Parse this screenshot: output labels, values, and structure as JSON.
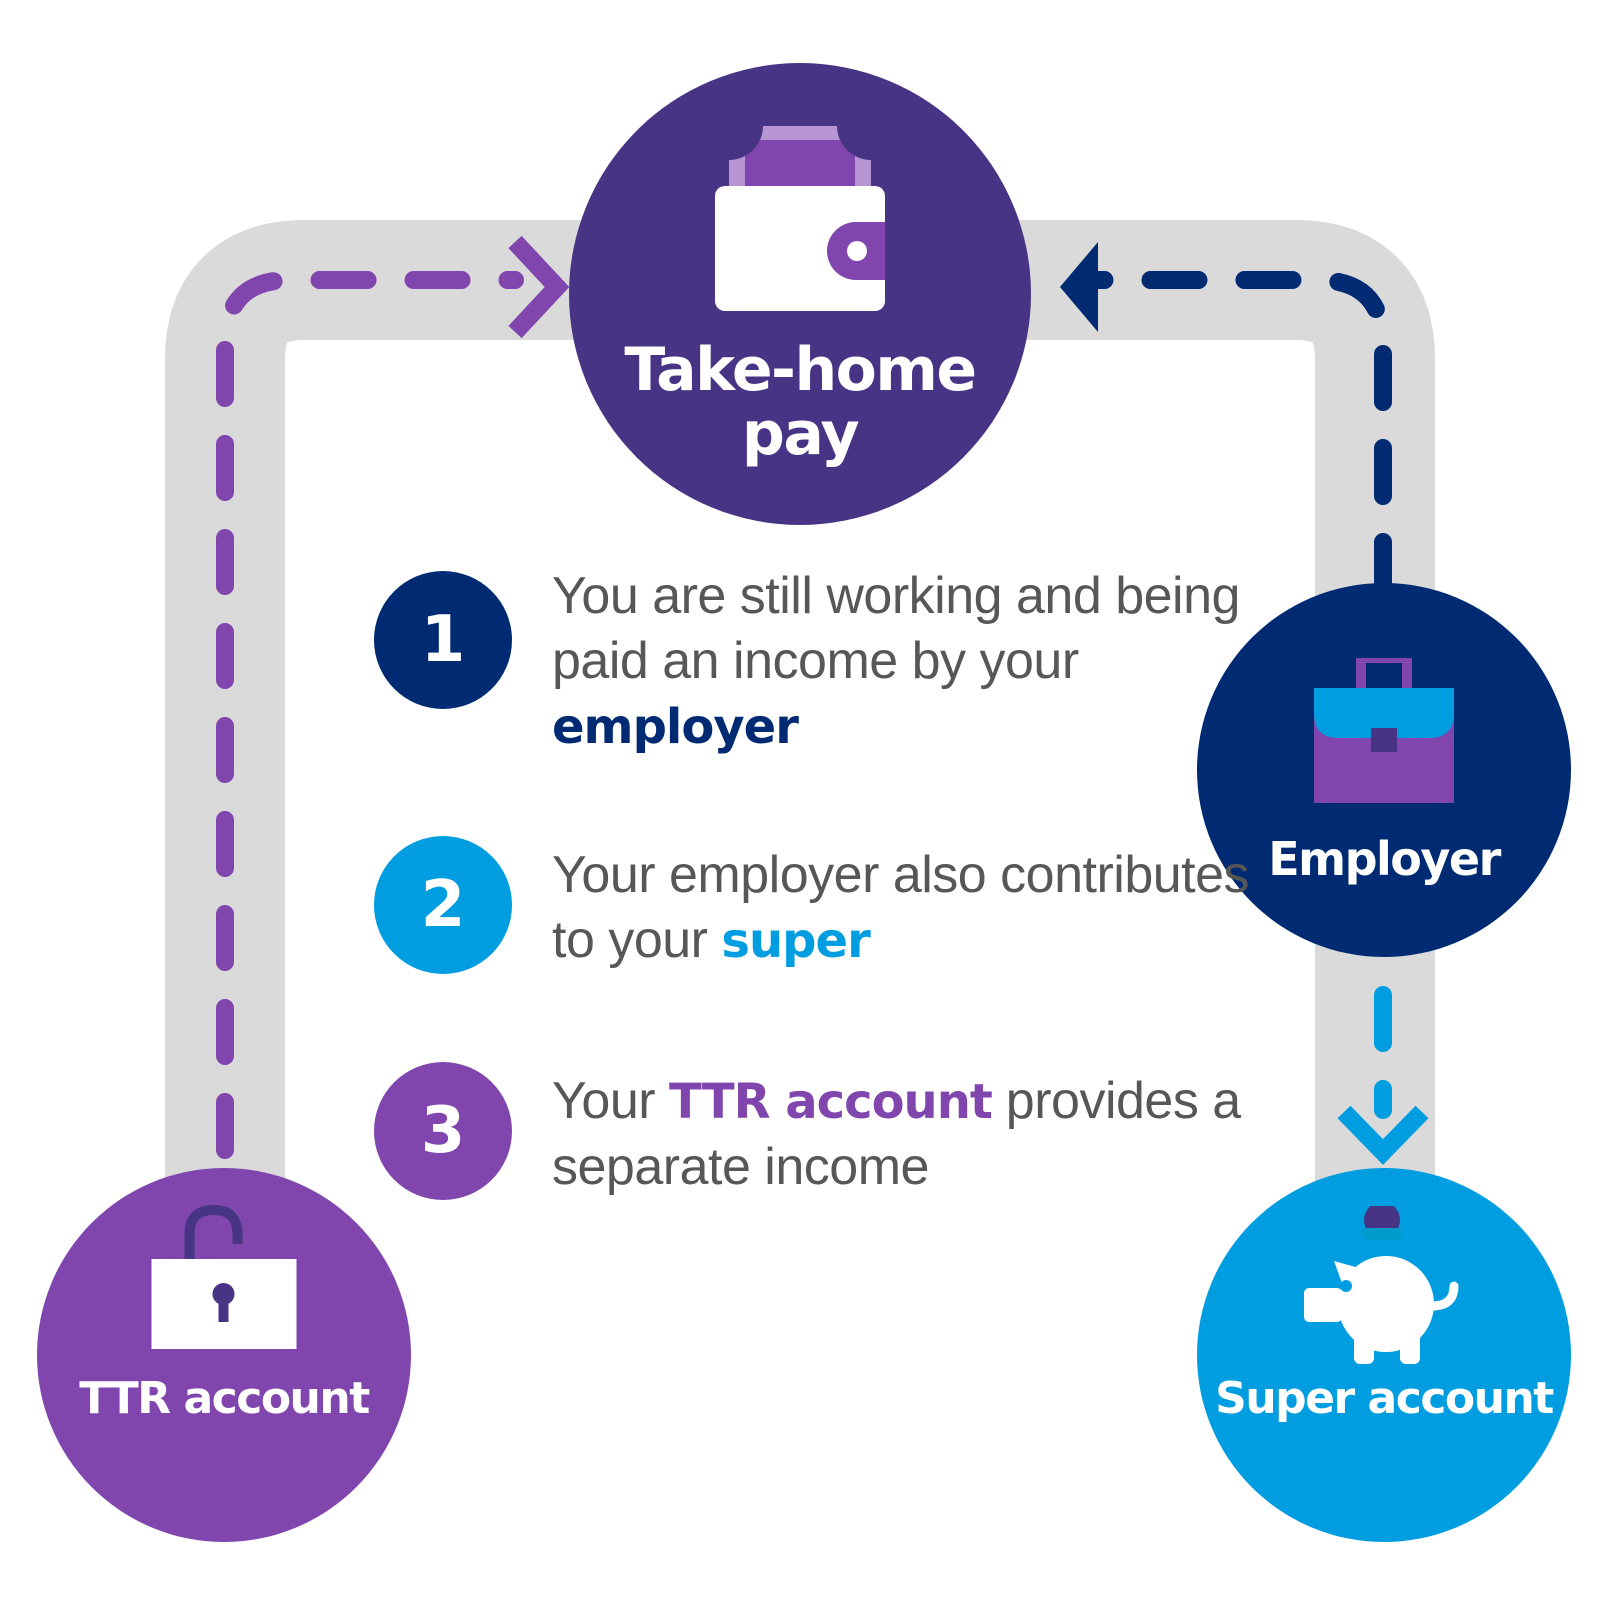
{
  "nodes": {
    "take_home": {
      "label": "Take-home pay",
      "color": "#473484",
      "icon": "wallet-icon"
    },
    "employer": {
      "label": "Employer",
      "color": "#002b73",
      "icon": "briefcase-icon"
    },
    "super": {
      "label": "Super account",
      "color": "#009ee0",
      "icon": "piggy-bank-icon"
    },
    "ttr": {
      "label": "TTR account",
      "color": "#8046ad",
      "icon": "padlock-icon"
    }
  },
  "steps": [
    {
      "number": "1",
      "color": "#002b73",
      "text_before": "You are still working and being paid an income by your ",
      "highlight": "employer",
      "text_after": ""
    },
    {
      "number": "2",
      "color": "#009ee0",
      "text_before": "Your employer also contributes to your ",
      "highlight": "super",
      "text_after": ""
    },
    {
      "number": "3",
      "color": "#8046ad",
      "text_before": "Your ",
      "highlight": "TTR account",
      "text_after": " provides a separate income"
    }
  ],
  "colors": {
    "track": "#dadada",
    "text": "#575757",
    "purple": "#8046ad",
    "navy": "#002b73",
    "blue": "#009ee0",
    "deep_purple": "#473484"
  }
}
